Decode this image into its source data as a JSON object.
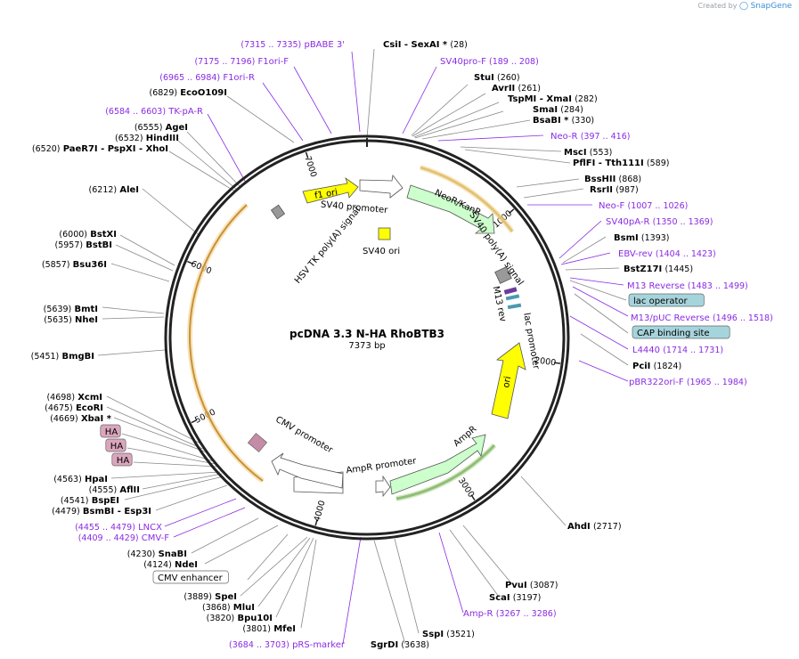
{
  "brand": {
    "created_by": "Created by",
    "product": "SnapGene"
  },
  "plasmid": {
    "name": "pcDNA 3.3 N-HA RhoBTB3",
    "length_label": "7373 bp",
    "length": 7373
  },
  "ticks": [
    "1000",
    "2000",
    "3000",
    "4000",
    "5000",
    "6000",
    "7000"
  ],
  "features_on_map": [
    {
      "id": "f1ori",
      "label": "f1 ori",
      "color": "#ffff00"
    },
    {
      "id": "sv40prom",
      "label": "SV40 promoter",
      "color": "#ffffff"
    },
    {
      "id": "neokan",
      "label": "NeoR/KanR",
      "color": "#ccffcc"
    },
    {
      "id": "sv40pa",
      "label": "SV40 poly(A) signal",
      "color": "#999999"
    },
    {
      "id": "m13rev",
      "label": "M13 rev",
      "color": "#6a3d9a"
    },
    {
      "id": "lacprom",
      "label": "lac promoter",
      "color": "#ffffff"
    },
    {
      "id": "ori",
      "label": "ori",
      "color": "#ffff00"
    },
    {
      "id": "ampr",
      "label": "AmpR",
      "color": "#ccffcc"
    },
    {
      "id": "amprprom",
      "label": "AmpR promoter",
      "color": "#ffffff"
    },
    {
      "id": "cmvprom",
      "label": "CMV promoter",
      "color": "#ffffff"
    },
    {
      "id": "hsvtk",
      "label": "HSV TK poly(A) signal",
      "color": "#999999"
    },
    {
      "id": "sv40ori",
      "label": "SV40 ori",
      "color": "#ffff00"
    }
  ],
  "labels": [
    {
      "id": "csi",
      "kind": "enzyme",
      "name": "CsiI  - SexAI *",
      "pos": "(28)"
    },
    {
      "id": "pbabe",
      "kind": "feature",
      "name": "pBABE 3'",
      "pos": "(7315 .. 7335)"
    },
    {
      "id": "sv40prof",
      "kind": "feature",
      "name": "SV40pro-F",
      "pos": "(189 .. 208)"
    },
    {
      "id": "f1orif",
      "kind": "feature",
      "name": "F1ori-F",
      "pos": "(7175 .. 7196)"
    },
    {
      "id": "stu",
      "kind": "enzyme",
      "name": "StuI",
      "pos": "(260)"
    },
    {
      "id": "f1orir",
      "kind": "feature",
      "name": "F1ori-R",
      "pos": "(6965 .. 6984)"
    },
    {
      "id": "avr",
      "kind": "enzyme",
      "name": "AvrII",
      "pos": "(261)"
    },
    {
      "id": "eco109",
      "kind": "enzyme",
      "name": "EcoO109I",
      "pos": "(6829)"
    },
    {
      "id": "tsp",
      "kind": "enzyme",
      "name": "TspMI  - XmaI",
      "pos": "(282)"
    },
    {
      "id": "sma",
      "kind": "enzyme",
      "name": "SmaI",
      "pos": "(284)"
    },
    {
      "id": "tkpar",
      "kind": "feature",
      "name": "TK-pA-R",
      "pos": "(6584 .. 6603)"
    },
    {
      "id": "bsab",
      "kind": "enzyme",
      "name": "BsaBI *",
      "pos": "(330)"
    },
    {
      "id": "age",
      "kind": "enzyme",
      "name": "AgeI",
      "pos": "(6555)"
    },
    {
      "id": "neor",
      "kind": "feature",
      "name": "Neo-R",
      "pos": "(397 .. 416)"
    },
    {
      "id": "hind",
      "kind": "enzyme",
      "name": "HindIII",
      "pos": "(6532)"
    },
    {
      "id": "pae",
      "kind": "enzyme",
      "name": "PaeR7I  - PspXI  - XhoI",
      "pos": "(6520)"
    },
    {
      "id": "msc",
      "kind": "enzyme",
      "name": "MscI",
      "pos": "(553)"
    },
    {
      "id": "pfl",
      "kind": "enzyme",
      "name": "PflFI  - Tth111I",
      "pos": "(589)"
    },
    {
      "id": "bss",
      "kind": "enzyme",
      "name": "BssHII",
      "pos": "(868)"
    },
    {
      "id": "ale",
      "kind": "enzyme",
      "name": "AleI",
      "pos": "(6212)"
    },
    {
      "id": "rsr",
      "kind": "enzyme",
      "name": "RsrII",
      "pos": "(987)"
    },
    {
      "id": "neof",
      "kind": "feature",
      "name": "Neo-F",
      "pos": "(1007 .. 1026)"
    },
    {
      "id": "sv40par",
      "kind": "feature",
      "name": "SV40pA-R",
      "pos": "(1350 .. 1369)"
    },
    {
      "id": "bstx",
      "kind": "enzyme",
      "name": "BstXI",
      "pos": "(6000)"
    },
    {
      "id": "bsm",
      "kind": "enzyme",
      "name": "BsmI",
      "pos": "(1393)"
    },
    {
      "id": "bstb",
      "kind": "enzyme",
      "name": "BstBI",
      "pos": "(5957)"
    },
    {
      "id": "ebvrev",
      "kind": "feature",
      "name": "EBV-rev",
      "pos": "(1404 .. 1423)"
    },
    {
      "id": "bsu36",
      "kind": "enzyme",
      "name": "Bsu36I",
      "pos": "(5857)"
    },
    {
      "id": "bstz",
      "kind": "enzyme",
      "name": "BstZ17I",
      "pos": "(1445)"
    },
    {
      "id": "m13r",
      "kind": "feature",
      "name": "M13 Reverse",
      "pos": "(1483 .. 1499)"
    },
    {
      "id": "lacop",
      "kind": "box",
      "name": "lac operator",
      "pos": ""
    },
    {
      "id": "bmt",
      "kind": "enzyme",
      "name": "BmtI",
      "pos": "(5639)"
    },
    {
      "id": "nhe",
      "kind": "enzyme",
      "name": "NheI",
      "pos": "(5635)"
    },
    {
      "id": "m13puc",
      "kind": "feature",
      "name": "M13/pUC Reverse",
      "pos": "(1496 .. 1518)"
    },
    {
      "id": "cap",
      "kind": "box",
      "name": "CAP binding site",
      "pos": ""
    },
    {
      "id": "l4440",
      "kind": "feature",
      "name": "L4440",
      "pos": "(1714 .. 1731)"
    },
    {
      "id": "bmg",
      "kind": "enzyme",
      "name": "BmgBI",
      "pos": "(5451)"
    },
    {
      "id": "pci",
      "kind": "enzyme",
      "name": "PciI",
      "pos": "(1824)"
    },
    {
      "id": "pbr",
      "kind": "feature",
      "name": "pBR322ori-F",
      "pos": "(1965 .. 1984)"
    },
    {
      "id": "xcm",
      "kind": "enzyme",
      "name": "XcmI",
      "pos": "(4698)"
    },
    {
      "id": "ecori",
      "kind": "enzyme",
      "name": "EcoRI",
      "pos": "(4675)"
    },
    {
      "id": "xba",
      "kind": "enzyme",
      "name": "XbaI *",
      "pos": "(4669)"
    },
    {
      "id": "ha1",
      "kind": "hatag",
      "name": "HA",
      "pos": ""
    },
    {
      "id": "ha2",
      "kind": "hatag",
      "name": "HA",
      "pos": ""
    },
    {
      "id": "ha3",
      "kind": "hatag",
      "name": "HA",
      "pos": ""
    },
    {
      "id": "hpa",
      "kind": "enzyme",
      "name": "HpaI",
      "pos": "(4563)"
    },
    {
      "id": "afl",
      "kind": "enzyme",
      "name": "AflII",
      "pos": "(4555)"
    },
    {
      "id": "bspe",
      "kind": "enzyme",
      "name": "BspEI",
      "pos": "(4541)"
    },
    {
      "id": "bsmb",
      "kind": "enzyme",
      "name": "BsmBI  - Esp3I",
      "pos": "(4479)"
    },
    {
      "id": "ahd",
      "kind": "enzyme",
      "name": "AhdI",
      "pos": "(2717)"
    },
    {
      "id": "lncx",
      "kind": "feature",
      "name": "LNCX",
      "pos": "(4455 .. 4479)"
    },
    {
      "id": "cmvf",
      "kind": "feature",
      "name": "CMV-F",
      "pos": "(4409 .. 4429)"
    },
    {
      "id": "snab",
      "kind": "enzyme",
      "name": "SnaBI",
      "pos": "(4230)"
    },
    {
      "id": "nde",
      "kind": "enzyme",
      "name": "NdeI",
      "pos": "(4124)"
    },
    {
      "id": "cmvenh",
      "kind": "boxwhite",
      "name": "CMV enhancer",
      "pos": ""
    },
    {
      "id": "pvu",
      "kind": "enzyme",
      "name": "PvuI",
      "pos": "(3087)"
    },
    {
      "id": "spe",
      "kind": "enzyme",
      "name": "SpeI",
      "pos": "(3889)"
    },
    {
      "id": "sca",
      "kind": "enzyme",
      "name": "ScaI",
      "pos": "(3197)"
    },
    {
      "id": "mlu",
      "kind": "enzyme",
      "name": "MluI",
      "pos": "(3868)"
    },
    {
      "id": "bpu10",
      "kind": "enzyme",
      "name": "Bpu10I",
      "pos": "(3820)"
    },
    {
      "id": "amprp",
      "kind": "feature",
      "name": "Amp-R",
      "pos": "(3267 .. 3286)"
    },
    {
      "id": "mfe",
      "kind": "enzyme",
      "name": "MfeI",
      "pos": "(3801)"
    },
    {
      "id": "ssp",
      "kind": "enzyme",
      "name": "SspI",
      "pos": "(3521)"
    },
    {
      "id": "prs",
      "kind": "feature",
      "name": "pRS-marker",
      "pos": "(3684 .. 3703)"
    },
    {
      "id": "sgrd",
      "kind": "enzyme",
      "name": "SgrDI",
      "pos": "(3638)"
    }
  ]
}
